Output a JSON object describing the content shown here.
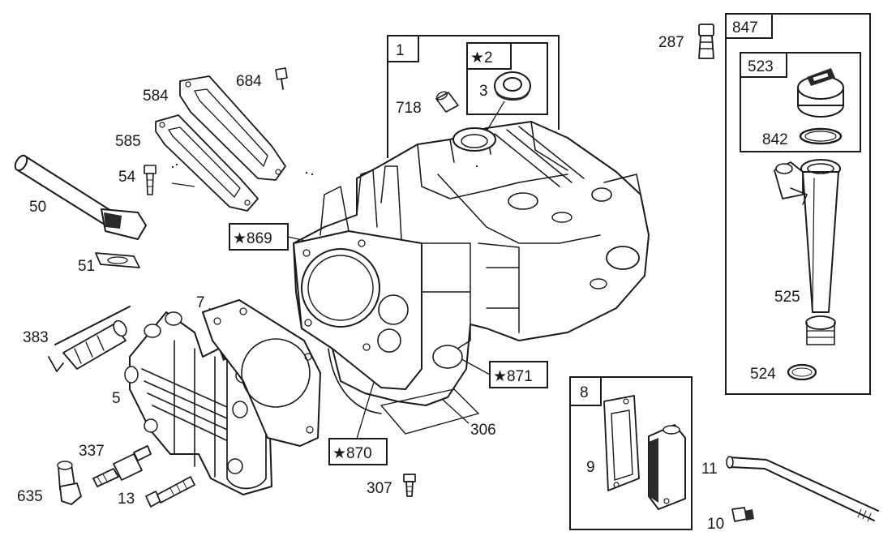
{
  "labels": {
    "p1": "1",
    "p2": "★2",
    "p3": "3",
    "p718": "718",
    "p287": "287",
    "p847": "847",
    "p523": "523",
    "p842": "842",
    "p525": "525",
    "p524": "524",
    "p684": "684",
    "p584": "584",
    "p585": "585",
    "p54": "54",
    "p50": "50",
    "p51": "51",
    "p869": "★869",
    "p7": "7",
    "p383": "383",
    "p5": "5",
    "p871": "★871",
    "p870": "★870",
    "p306": "306",
    "p337": "337",
    "p635": "635",
    "p13": "13",
    "p307": "307",
    "p8": "8",
    "p9": "9",
    "p11": "11",
    "p10": "10"
  }
}
